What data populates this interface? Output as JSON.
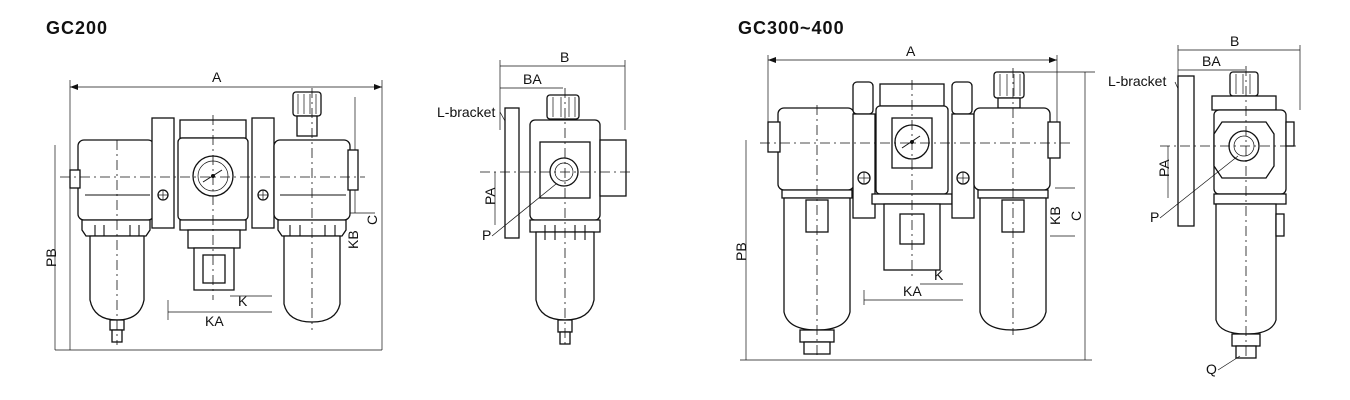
{
  "titles": {
    "left": "GC200",
    "right": "GC300~400"
  },
  "labels": {
    "A": "A",
    "B": "B",
    "BA": "BA",
    "C": "C",
    "PA": "PA",
    "PB": "PB",
    "P": "P",
    "Q": "Q",
    "K": "K",
    "KA": "KA",
    "KB": "KB",
    "lbracket": "L-bracket"
  }
}
